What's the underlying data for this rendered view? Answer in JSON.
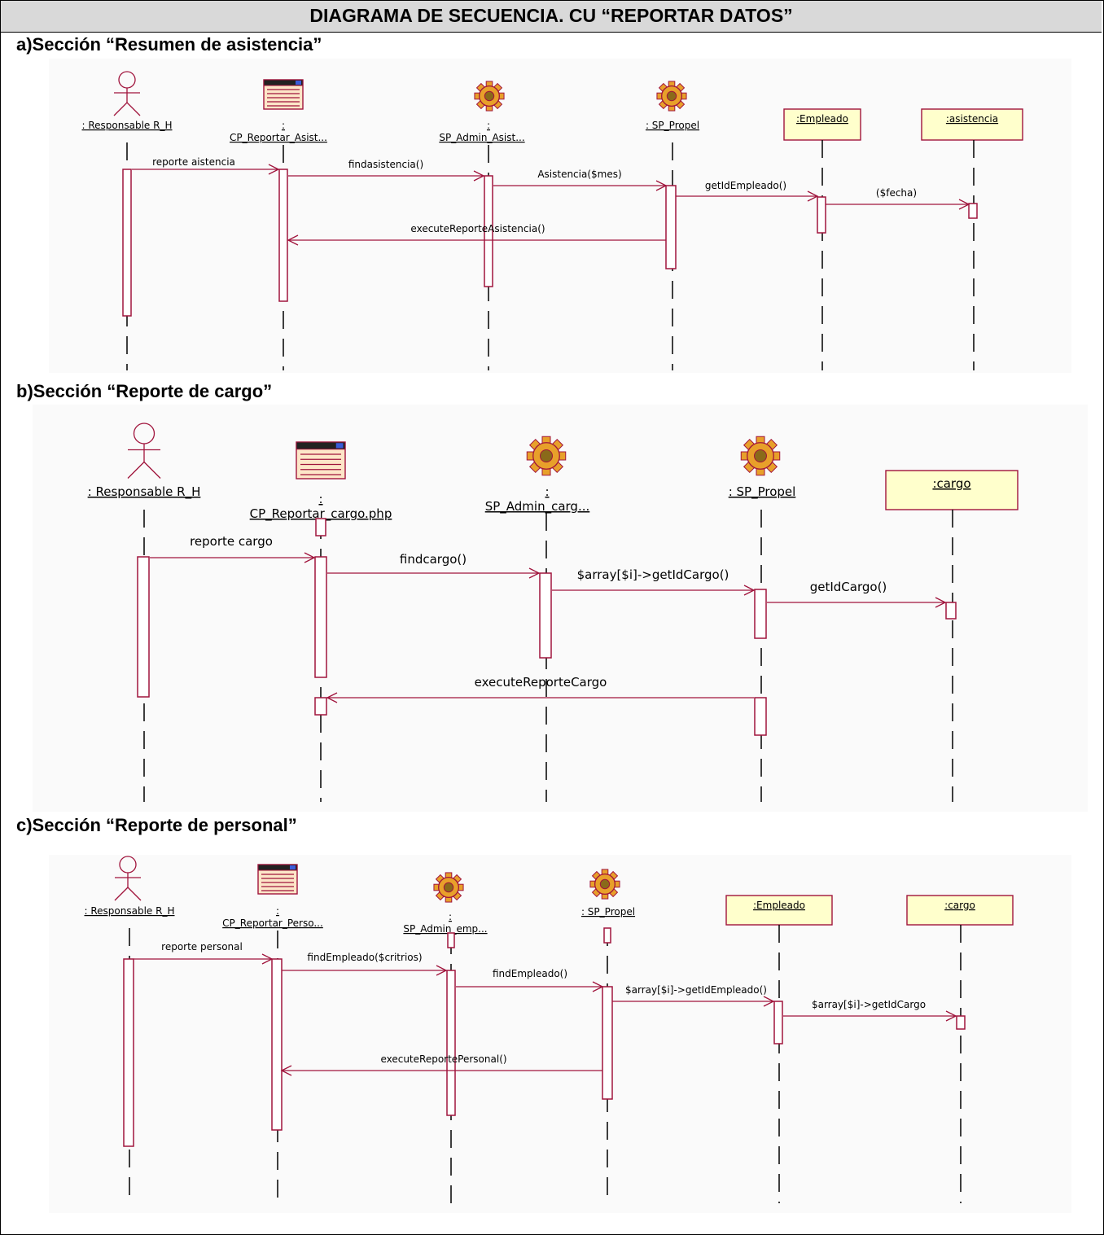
{
  "title": "DIAGRAMA DE SECUENCIA. CU “REPORTAR DATOS”",
  "colors": {
    "line": "#a0143c",
    "object_fill": "#ffffcc",
    "panel_bg": "#fafafa",
    "title_bg": "#d9d9d9"
  },
  "sections": [
    {
      "label": "a)Sección “Resumen de asistencia”",
      "participants": [
        {
          "name": ": Responsable R_H",
          "icon": "actor-icon"
        },
        {
          "name": ":",
          "name2": "CP_Reportar_Asist...",
          "icon": "boundary-form-icon"
        },
        {
          "name": ":",
          "name2": "SP_Admin_Asist...",
          "icon": "control-gear-icon"
        },
        {
          "name": ": SP_Propel",
          "icon": "control-gear-icon"
        },
        {
          "name": ":Empleado",
          "icon": "object-box"
        },
        {
          "name": ":asistencia",
          "icon": "object-box"
        }
      ],
      "messages": [
        {
          "label": "reporte aistencia"
        },
        {
          "label": "findasistencia()"
        },
        {
          "label": "Asistencia($mes)"
        },
        {
          "label": "getIdEmpleado()"
        },
        {
          "label": "($fecha)"
        },
        {
          "label": "executeReporteAsistencia()"
        }
      ]
    },
    {
      "label": "b)Sección “Reporte de cargo”",
      "participants": [
        {
          "name": ": Responsable R_H",
          "icon": "actor-icon"
        },
        {
          "name": ":",
          "name2": "CP_Reportar_cargo.php",
          "icon": "boundary-form-icon"
        },
        {
          "name": ":",
          "name2": "SP_Admin_carg...",
          "icon": "control-gear-icon"
        },
        {
          "name": ": SP_Propel",
          "icon": "control-gear-icon"
        },
        {
          "name": ":cargo",
          "icon": "object-box"
        }
      ],
      "messages": [
        {
          "label": "reporte cargo"
        },
        {
          "label": "findcargo()"
        },
        {
          "label": "$array[$i]->getIdCargo()"
        },
        {
          "label": "getIdCargo()"
        },
        {
          "label": "executeReporteCargo"
        }
      ]
    },
    {
      "label": "c)Sección “Reporte de personal”",
      "participants": [
        {
          "name": ": Responsable R_H",
          "icon": "actor-icon"
        },
        {
          "name": ":",
          "name2": "CP_Reportar_Perso...",
          "icon": "boundary-form-icon"
        },
        {
          "name": ":",
          "name2": "SP_Admin_emp...",
          "icon": "control-gear-icon"
        },
        {
          "name": ": SP_Propel",
          "icon": "control-gear-icon"
        },
        {
          "name": ":Empleado",
          "icon": "object-box"
        },
        {
          "name": ":cargo",
          "icon": "object-box"
        }
      ],
      "messages": [
        {
          "label": "reporte personal"
        },
        {
          "label": "findEmpleado($critrios)"
        },
        {
          "label": "findEmpleado()"
        },
        {
          "label": "$array[$i]->getIdEmpleado()"
        },
        {
          "label": "$array[$i]->getIdCargo"
        },
        {
          "label": "executeReportePersonal()"
        }
      ]
    }
  ]
}
